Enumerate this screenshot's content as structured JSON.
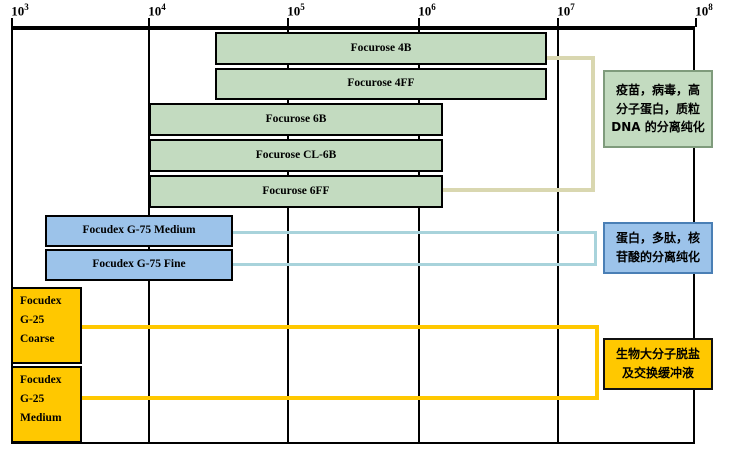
{
  "chart_data": {
    "type": "bar",
    "title": "",
    "xlabel": "",
    "ylabel": "",
    "orientation": "horizontal",
    "xscale": "log",
    "xlim": [
      1000,
      100000000
    ],
    "grid": true,
    "legend": "none",
    "axis": {
      "ticks": [
        {
          "label": "10",
          "exp": "3",
          "value": 1000
        },
        {
          "label": "10",
          "exp": "4",
          "value": 10000
        },
        {
          "label": "10",
          "exp": "5",
          "value": 100000
        },
        {
          "label": "10",
          "exp": "6",
          "value": 1000000
        },
        {
          "label": "10",
          "exp": "7",
          "value": 10000000
        },
        {
          "label": "10",
          "exp": "8",
          "value": 100000000
        }
      ]
    },
    "groups": [
      {
        "name": "agarose-group",
        "color": "#c3dbc0",
        "callout_line1": "疫苗，病毒，高",
        "callout_line2": "分子蛋白，质粒",
        "callout_line3": "DNA 的分离纯化",
        "bars": [
          {
            "label": "Focurose 4B",
            "x_start": 60000,
            "x_end": 20000000
          },
          {
            "label": "Focurose 4FF",
            "x_start": 60000,
            "x_end": 20000000
          },
          {
            "label": "Focurose 6B",
            "x_start": 10000,
            "x_end": 4000000
          },
          {
            "label": "Focurose CL-6B",
            "x_start": 10000,
            "x_end": 4000000
          },
          {
            "label": "Focurose 6FF",
            "x_start": 10000,
            "x_end": 4000000
          }
        ]
      },
      {
        "name": "dextran-g75-group",
        "color": "#9cc3ea",
        "callout_line1": "蛋白，多肽，核",
        "callout_line2": "苷酸的分离纯化",
        "bars": [
          {
            "label": "Focudex G-75 Medium",
            "x_start": 2000,
            "x_end": 70000
          },
          {
            "label": "Focudex G-75 Fine",
            "x_start": 2000,
            "x_end": 70000
          }
        ]
      },
      {
        "name": "dextran-g25-group",
        "color": "#ffc800",
        "callout_line1": "生物大分子脱盐",
        "callout_line2": "及交换缓冲液",
        "bars": [
          {
            "label_line1": "Focudex",
            "label_line2": "G-25",
            "label_line3": "Coarse",
            "x_start": 1000,
            "x_end": 3000
          },
          {
            "label_line1": "Focudex",
            "label_line2": "G-25",
            "label_line3": "Medium",
            "x_start": 1000,
            "x_end": 3000
          }
        ]
      }
    ]
  },
  "colors": {
    "green_fill": "#c3dbc0",
    "blue_fill": "#9cc3ea",
    "yellow_fill": "#ffc800",
    "green_connector": "#d9d7b0",
    "blue_connector": "#a8d3db",
    "yellow_connector": "#ffc800",
    "outline": "#000000"
  }
}
